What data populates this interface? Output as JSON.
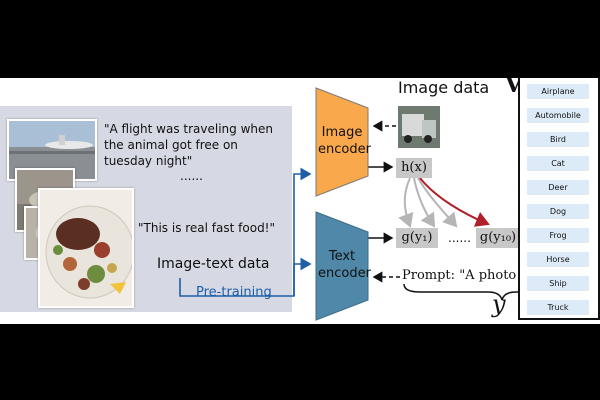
{
  "left_panel": {
    "caption_1": "\"A flight was traveling when the animal got free on tuesday night\"",
    "ellipsis": "......",
    "caption_2": "\"This is real fast food!\"",
    "title": "Image-text data",
    "pretraining_label": "Pre-training"
  },
  "image_encoder": {
    "label": "Image encoder",
    "color": "#f9a94b"
  },
  "text_encoder": {
    "label": "Text encoder",
    "color": "#4f88a8"
  },
  "image_data": {
    "title": "Image data"
  },
  "features": {
    "image_feature": "h(x)",
    "text_feature_first": "g(y₁)",
    "text_feature_ellipsis": "......",
    "text_feature_last": "g(y₁₀)"
  },
  "prompt": {
    "prefix": "Prompt:",
    "text": "\"A photo of a",
    "suffix": ".\""
  },
  "y_label": "y",
  "class_set_label": "V",
  "classes": [
    "Airplane",
    "Automobile",
    "Bird",
    "Cat",
    "Deer",
    "Dog",
    "Frog",
    "Horse",
    "Ship",
    "Truck"
  ],
  "colors": {
    "arrow_blue": "#1f5fa8",
    "arrow_red": "#b0202a",
    "arrow_gray": "#b5b5b5",
    "class_item_bg": "#dcebf7"
  }
}
